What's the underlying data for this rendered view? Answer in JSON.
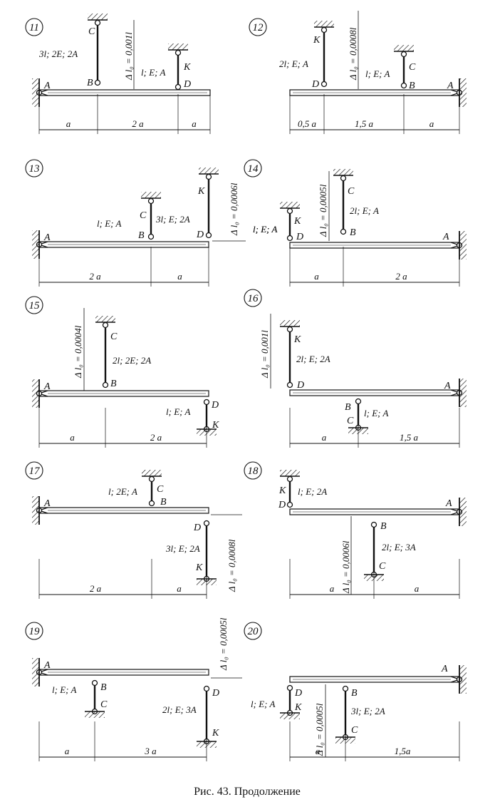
{
  "caption": "Рис. 43. Продолжение",
  "problems": [
    {
      "id": "11",
      "rod1": {
        "top": "C",
        "bottom": "B",
        "params": "3l; 2E; 2A",
        "gap": "Δ l₀ = 0,001l"
      },
      "rod2": {
        "top": "K",
        "bottom": "D",
        "params": "l; E; A"
      },
      "beam_end": "A",
      "dims": [
        "a",
        "2 a",
        "a"
      ]
    },
    {
      "id": "12",
      "rod1": {
        "top": "K",
        "bottom": "D",
        "params": "2l; E; A",
        "gap": "Δ l₀ = 0,0008l"
      },
      "rod2": {
        "top": "C",
        "bottom": "B",
        "params": "l; E; A"
      },
      "beam_end": "A",
      "dims": [
        "0,5 a",
        "1,5 a",
        "a"
      ]
    },
    {
      "id": "13",
      "rod1": {
        "top": "C",
        "bottom": "B",
        "params": "3l; E; 2A"
      },
      "rod2": {
        "top": "K",
        "bottom": "D",
        "params": "l; E; A",
        "gap": "Δ l₀ = 0,0006l"
      },
      "beam_end": "A",
      "beam_params": "l; E; A",
      "dims": [
        "2 a",
        "a"
      ]
    },
    {
      "id": "14",
      "rod1": {
        "top": "K",
        "bottom": "D",
        "params": "l; E; A"
      },
      "rod2": {
        "top": "C",
        "bottom": "B",
        "params": "2l; E; A",
        "gap": "Δ l₀ = 0,0005l"
      },
      "beam_end": "A",
      "dims": [
        "a",
        "2 a"
      ]
    },
    {
      "id": "15",
      "rod1": {
        "top": "C",
        "bottom": "B",
        "params": "2l; 2E; 2A",
        "gap": "Δ l₀ = 0,0004l"
      },
      "rod2": {
        "top": "D",
        "bottom": "K",
        "params": "l; E; A"
      },
      "beam_end": "A",
      "dims": [
        "a",
        "2 a"
      ]
    },
    {
      "id": "16",
      "rod1": {
        "top": "K",
        "bottom": "D",
        "params": "2l; E; 2A",
        "gap": "Δ l₀ = 0,001l"
      },
      "rod2": {
        "top": "B",
        "bottom": "C",
        "params": "l; E; A"
      },
      "beam_end": "A",
      "dims": [
        "a",
        "1,5 a"
      ]
    },
    {
      "id": "17",
      "rod1": {
        "top": "C",
        "bottom": "B",
        "params": "l; 2E; A"
      },
      "rod2": {
        "top": "D",
        "bottom": "K",
        "params": "3l; E; 2A",
        "gap": "Δ l₀ = 0,0008l"
      },
      "beam_end": "A",
      "dims": [
        "2 a",
        "a"
      ]
    },
    {
      "id": "18",
      "rod1": {
        "top": "K",
        "bottom": "D",
        "params": "l; E; 2A"
      },
      "rod2": {
        "top": "B",
        "bottom": "C",
        "params": "2l; E; 3A",
        "gap": "Δ l₀ = 0,0006l"
      },
      "beam_end": "A",
      "dims": [
        "a",
        "a"
      ]
    },
    {
      "id": "19",
      "rod1": {
        "top": "B",
        "bottom": "C",
        "params": "l; E; A"
      },
      "rod2": {
        "top": "D",
        "bottom": "K",
        "params": "2l; E; 3A",
        "gap": "Δ l₀ = 0,0005l"
      },
      "beam_end": "A",
      "dims": [
        "a",
        "3 a"
      ]
    },
    {
      "id": "20",
      "rod1": {
        "top": "D",
        "bottom": "K",
        "params": "l; E; A",
        "gap": "Δ l₀ = 0,0005l"
      },
      "rod2": {
        "top": "B",
        "bottom": "C",
        "params": "3l; E; 2A"
      },
      "beam_end": "A",
      "dims": [
        "a",
        "1,5a"
      ]
    }
  ]
}
